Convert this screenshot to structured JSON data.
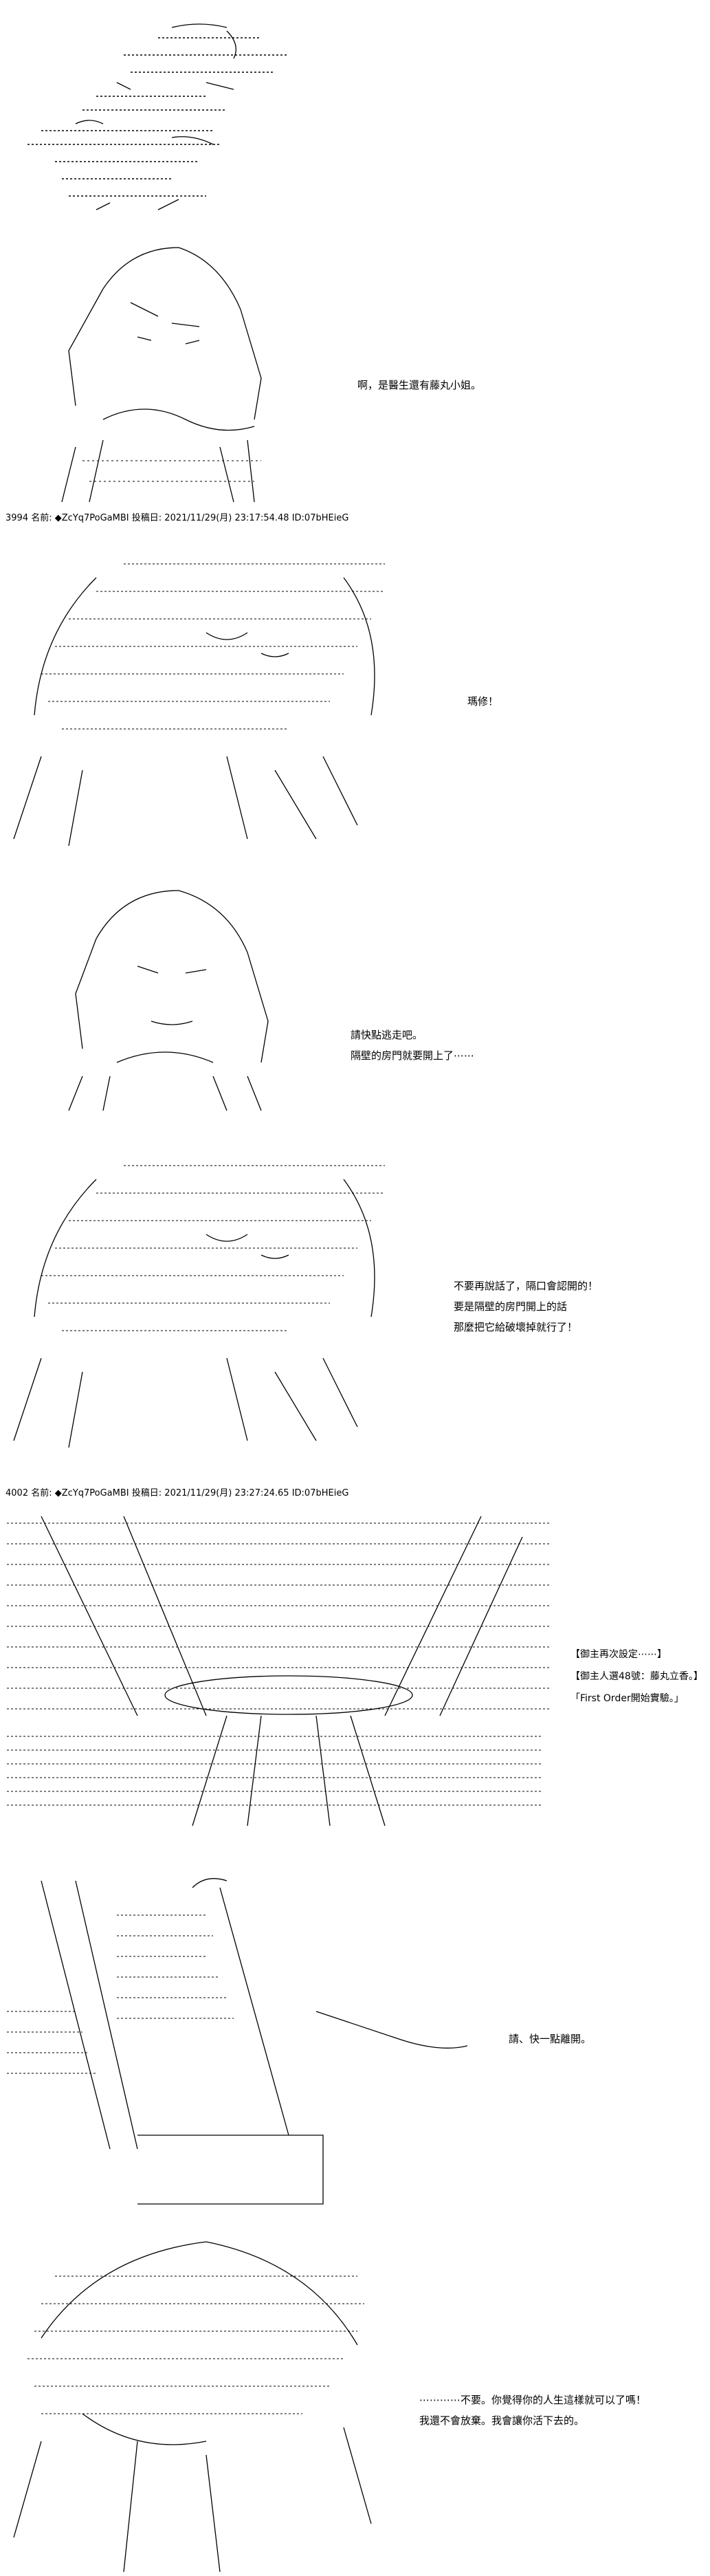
{
  "page": {
    "background": "#ffffff",
    "ink": "#000000"
  },
  "panels": [
    {
      "id": "title-art",
      "lines": []
    },
    {
      "id": "panel-1",
      "lines": [
        "啊，是醫生還有藤丸小姐。"
      ]
    },
    {
      "id": "panel-2",
      "lines": [
        "瑪修！"
      ]
    },
    {
      "id": "panel-3",
      "lines": [
        "請快點逃走吧。",
        "隔壁的房門就要開上了⋯⋯"
      ]
    },
    {
      "id": "panel-4",
      "lines": [
        "不要再說話了，隔口會認開的！",
        "要是隔壁的房門開上的話",
        "那麼把它給破壞掉就行了！"
      ]
    },
    {
      "id": "panel-5",
      "lines": [
        "【御主再次設定⋯⋯】",
        "【御主人選48號：藤丸立香。】",
        "「First Order開始實驗。」"
      ]
    },
    {
      "id": "panel-6",
      "lines": [
        "請、快一點離開。"
      ]
    },
    {
      "id": "panel-7",
      "lines": [
        "⋯⋯⋯⋯不要。你覺得你的人生這樣就可以了嗎！",
        "我還不會放棄。我會讓你活下去的。"
      ]
    }
  ],
  "headers": [
    {
      "number": "3994",
      "label": "名前",
      "name": "◆ZcYq7PoGaMBI",
      "posted_label": "投稿日",
      "timestamp": "2021/11/29(月) 23:17:54.48",
      "id": "ID:07bHEieG"
    },
    {
      "number": "4002",
      "label": "名前",
      "name": "◆ZcYq7PoGaMBI",
      "posted_label": "投稿日",
      "timestamp": "2021/11/29(月) 23:27:24.65",
      "id": "ID:07bHEieG"
    }
  ]
}
